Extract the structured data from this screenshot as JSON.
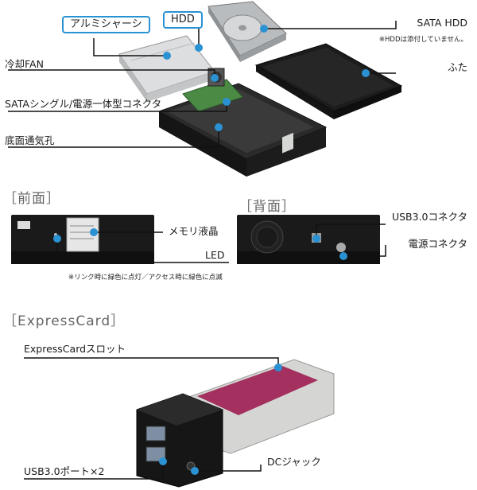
{
  "top": {
    "aluminum_chassis": "アルミシャーシ",
    "hdd": "HDD",
    "sata_hdd": "SATA HDD",
    "hdd_note": "※HDDは添付していません。",
    "cooling_fan": "冷却FAN",
    "lid": "ふた",
    "sata_connector": "SATAシングル/電源一体型コネクタ",
    "bottom_vent": "底面通気孔"
  },
  "front": {
    "section_title": "［前面］",
    "memory_lcd": "メモリ液晶",
    "led": "LED",
    "led_note": "※リンク時に緑色に点灯／アクセス時に緑色に点滅"
  },
  "back": {
    "section_title": "［背面］",
    "usb_connector": "USB3.0コネクタ",
    "power_connector": "電源コネクタ"
  },
  "card": {
    "section_title": "［ExpressCard］",
    "slot": "ExpressCardスロット",
    "usb_ports": "USB3.0ポート×2",
    "dc_jack": "DCジャック"
  },
  "colors": {
    "accent": "#2a92d3",
    "device_black": "#1c1c1c",
    "card_magenta": "#a3305e"
  }
}
